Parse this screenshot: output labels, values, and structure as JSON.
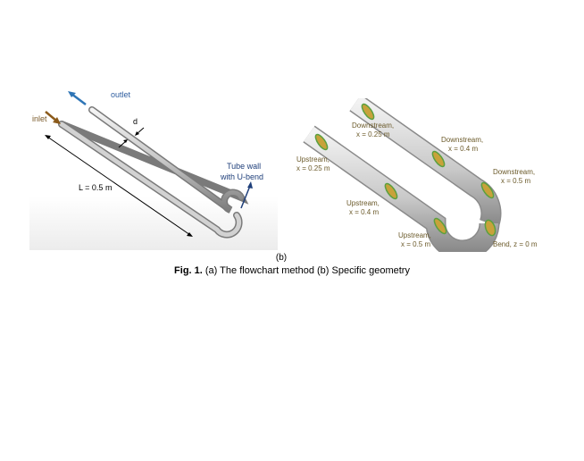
{
  "panel_a": {
    "outlet_label": "outlet",
    "inlet_label": "inlet",
    "diameter_label": "d",
    "length_label": "L = 0.5 m",
    "wall_label_line1": "Tube wall",
    "wall_label_line2": "with U-bend",
    "colors": {
      "outlet_arrow": "#2e75b6",
      "inlet_arrow": "#8b5a1a",
      "label_blue": "#2e5d9f",
      "label_brown": "#7a5a2a"
    }
  },
  "panel_b": {
    "sections": [
      {
        "line1": "Downstream,",
        "line2": "x = 0.25 m"
      },
      {
        "line1": "Downstream,",
        "line2": "x = 0.4 m"
      },
      {
        "line1": "Downstream,",
        "line2": "x = 0.5 m"
      },
      {
        "line1": "Upstream,",
        "line2": "x = 0.25 m"
      },
      {
        "line1": "Upstream,",
        "line2": "x = 0.4 m"
      },
      {
        "line1": "Upstream,",
        "line2": "x = 0.5 m"
      },
      {
        "line1": "Bend, z = 0 m",
        "line2": ""
      }
    ],
    "colors": {
      "label": "#6b5a2a",
      "section_fill": "#c8a23a",
      "section_ring": "#5aa040"
    }
  },
  "sub_label": "(b)",
  "caption": {
    "prefix": "Fig. 1.",
    "text": " (a) The flowchart method (b) Specific geometry"
  }
}
